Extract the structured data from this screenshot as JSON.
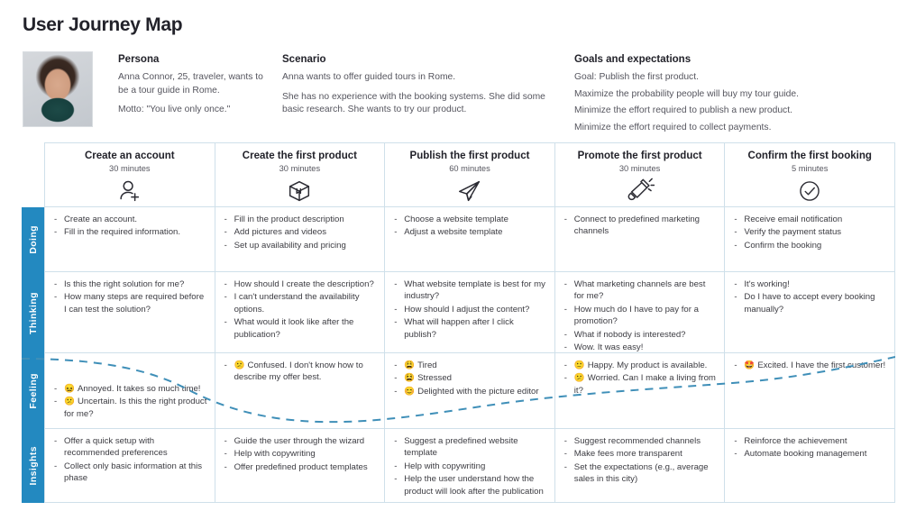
{
  "header": {
    "title": "User Journey Map",
    "avatar_alt": "persona-photo",
    "persona": {
      "heading": "Persona",
      "line1": "Anna Connor, 25, traveler, wants to be a tour guide in Rome.",
      "line2": "Motto: \"You live only once.\""
    },
    "scenario": {
      "heading": "Scenario",
      "line1": "Anna wants to offer guided tours in Rome.",
      "line2": "She has no experience with the booking systems. She did some basic research. She wants to try our product."
    },
    "goals": {
      "heading": "Goals and expectations",
      "items": [
        "Goal: Publish the first product.",
        "Maximize the probability people will buy my tour guide.",
        "Minimize the effort required to publish a new product.",
        "Minimize the effort required to collect payments."
      ]
    }
  },
  "colors": {
    "accent": "#2389c0",
    "border": "#cfe0ea",
    "text": "#3c3c42",
    "heading": "#22222a",
    "curve": "#3f8fb8"
  },
  "stages": [
    {
      "name": "Create an account",
      "time": "30 minutes",
      "icon": "add-person-icon"
    },
    {
      "name": "Create the first product",
      "time": "30 minutes",
      "icon": "package-box-icon"
    },
    {
      "name": "Publish the first product",
      "time": "60 minutes",
      "icon": "paper-plane-icon"
    },
    {
      "name": "Promote the first product",
      "time": "30 minutes",
      "icon": "megaphone-icon"
    },
    {
      "name": "Confirm the first booking",
      "time": "5 minutes",
      "icon": "check-circle-icon"
    }
  ],
  "rows": [
    {
      "label": "Doing",
      "cells": [
        {
          "items": [
            {
              "text": "Create an account."
            },
            {
              "text": "Fill in the required information."
            }
          ]
        },
        {
          "items": [
            {
              "text": "Fill in the product description"
            },
            {
              "text": "Add pictures and videos"
            },
            {
              "text": "Set up availability and pricing"
            }
          ]
        },
        {
          "items": [
            {
              "text": "Choose a website template"
            },
            {
              "text": "Adjust a website template"
            }
          ]
        },
        {
          "items": [
            {
              "text": "Connect to predefined marketing channels"
            }
          ]
        },
        {
          "items": [
            {
              "text": "Receive email notification"
            },
            {
              "text": "Verify the payment status"
            },
            {
              "text": "Confirm the booking"
            }
          ]
        }
      ]
    },
    {
      "label": "Thinking",
      "cells": [
        {
          "items": [
            {
              "text": "Is this the right solution for me?"
            },
            {
              "text": "How many steps are required before I can test the solution?"
            }
          ]
        },
        {
          "items": [
            {
              "text": "How should I create the description?"
            },
            {
              "text": "I can't understand the availability options."
            },
            {
              "text": "What would it look like after the publication?"
            }
          ]
        },
        {
          "items": [
            {
              "text": "What website template is best for my industry?"
            },
            {
              "text": "How should I adjust the content?"
            },
            {
              "text": "What will happen after I click publish?"
            }
          ]
        },
        {
          "items": [
            {
              "text": "What marketing channels are best for me?"
            },
            {
              "text": "How much do I have to pay for a promotion?"
            },
            {
              "text": "What if nobody is interested?"
            },
            {
              "text": "Wow. It was easy!"
            }
          ]
        },
        {
          "items": [
            {
              "text": "It's working!"
            },
            {
              "text": "Do I have to accept every booking manually?"
            }
          ]
        }
      ]
    },
    {
      "label": "Feeling",
      "cells": [
        {
          "items": [
            {
              "emoji": "😖",
              "text": "Annoyed. It takes so much time!"
            },
            {
              "emoji": "😕",
              "text": "Uncertain. Is this the right product for me?"
            }
          ]
        },
        {
          "items": [
            {
              "emoji": "😕",
              "text": "Confused. I don't know how to describe my offer best."
            }
          ]
        },
        {
          "items": [
            {
              "emoji": "😩",
              "text": "Tired"
            },
            {
              "emoji": "😫",
              "text": "Stressed"
            },
            {
              "emoji": "😊",
              "text": "Delighted with the picture editor"
            }
          ]
        },
        {
          "items": [
            {
              "emoji": "🙂",
              "text": "Happy. My product is available."
            },
            {
              "emoji": "😕",
              "text": "Worried. Can I make a living from it?"
            }
          ]
        },
        {
          "items": [
            {
              "emoji": "🤩",
              "text": "Excited. I have the first customer!"
            }
          ]
        }
      ]
    },
    {
      "label": "Insights",
      "cells": [
        {
          "items": [
            {
              "text": "Offer a quick setup with recommended preferences"
            },
            {
              "text": "Collect only basic information at this phase"
            }
          ]
        },
        {
          "items": [
            {
              "text": "Guide the user through the wizard"
            },
            {
              "text": "Help with copywriting"
            },
            {
              "text": "Offer predefined product templates"
            }
          ]
        },
        {
          "items": [
            {
              "text": "Suggest a predefined website template"
            },
            {
              "text": "Help with copywriting"
            },
            {
              "text": "Help the user understand how the product will look after the publication"
            }
          ]
        },
        {
          "items": [
            {
              "text": "Suggest recommended channels"
            },
            {
              "text": "Make fees more transparent"
            },
            {
              "text": "Set the expectations (e.g., average sales in this city)"
            }
          ]
        },
        {
          "items": [
            {
              "text": "Reinforce the achievement"
            },
            {
              "text": "Automate booking management"
            }
          ]
        }
      ]
    }
  ],
  "emotion_curve": {
    "description": "dashed emotion line across the Feeling row",
    "points": [
      {
        "stage": "Create an account",
        "level": "high-falling"
      },
      {
        "stage": "Create the first product",
        "level": "falling"
      },
      {
        "stage": "Publish the first product",
        "level": "lowest"
      },
      {
        "stage": "Promote the first product",
        "level": "rising"
      },
      {
        "stage": "Confirm the first booking",
        "level": "high"
      }
    ]
  }
}
